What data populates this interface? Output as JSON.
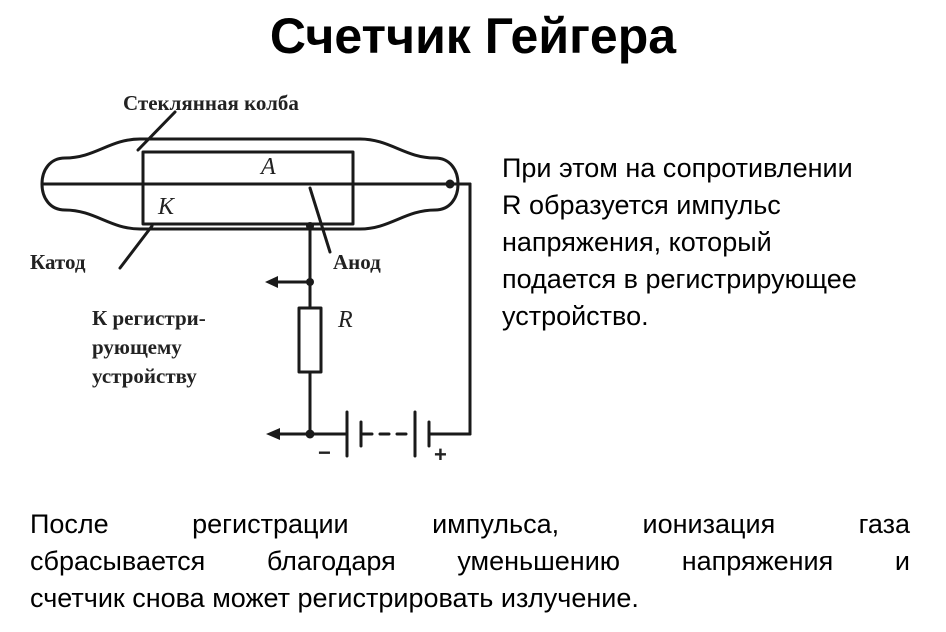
{
  "title": "Счетчик Гейгера",
  "diagram": {
    "labels": {
      "flask": "Стеклянная колба",
      "anode_letter": "А",
      "cathode_letter": "К",
      "cathode": "Катод",
      "anode": "Анод",
      "resistor": "R",
      "to_device_1": "К регистри-",
      "to_device_2": "рующему",
      "to_device_3": "устройству",
      "minus": "−",
      "plus": "+"
    }
  },
  "side_text": [
    "При этом на сопротивлении",
    "R образуется импульс",
    "напряжения, который",
    "подается в регистрирующее",
    "устройство."
  ],
  "bottom_text": {
    "line1_words": [
      "После",
      "регистрации",
      "импульса,",
      "ионизация",
      "газа"
    ],
    "line2_words": [
      "сбрасывается",
      "благодаря",
      "уменьшению",
      "напряжения",
      "и"
    ],
    "line3": "счетчик снова может регистрировать излучение."
  }
}
